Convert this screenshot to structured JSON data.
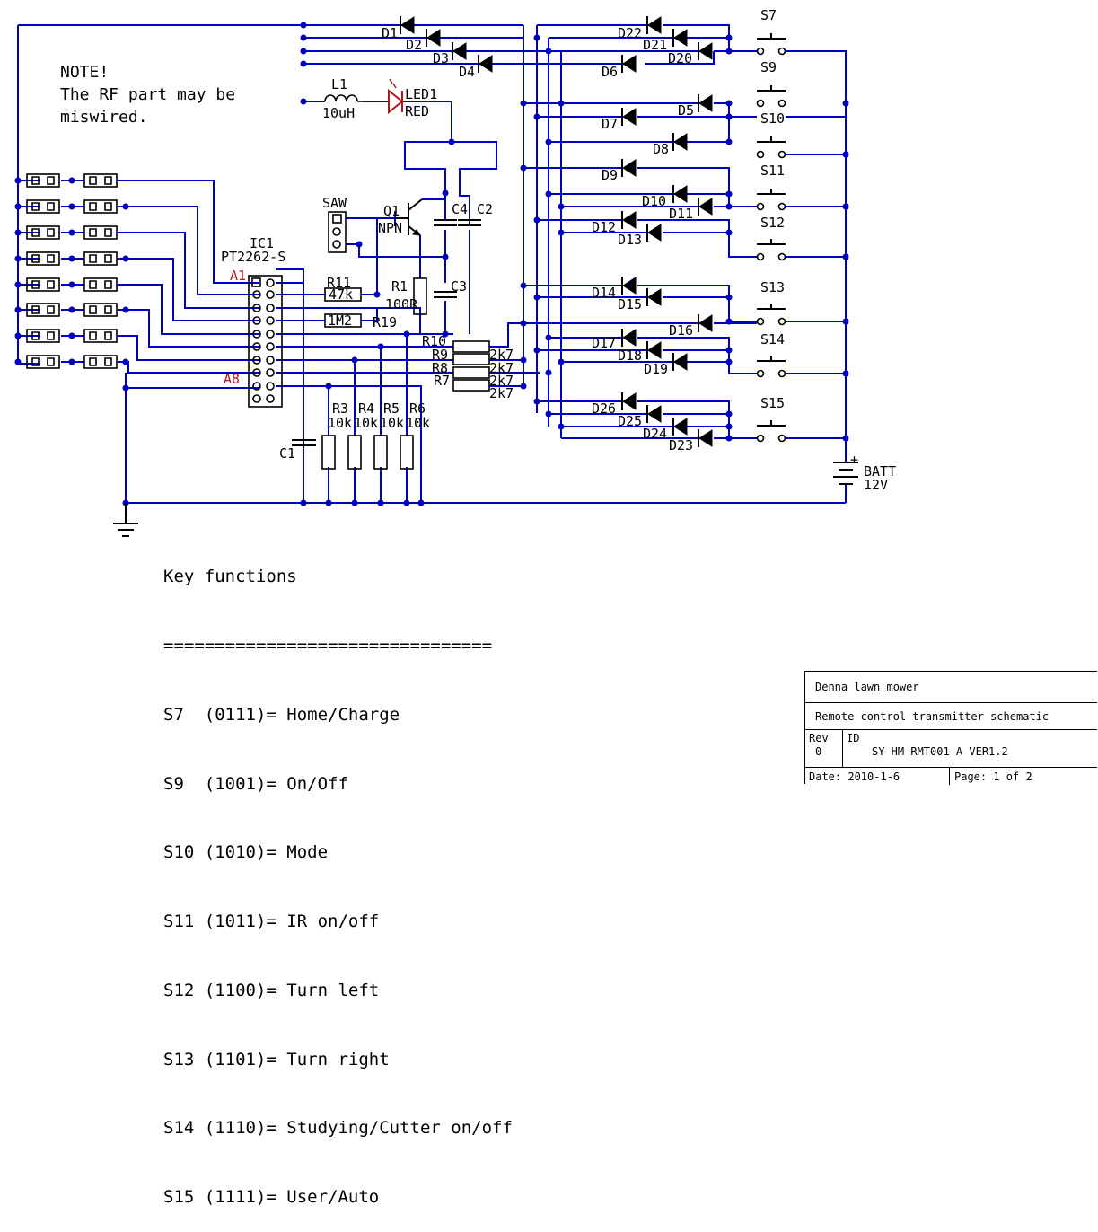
{
  "note": [
    "NOTE!",
    "The RF part may be",
    "miswired."
  ],
  "ic": {
    "ref": "IC1",
    "part": "PT2262-S",
    "pin_first": "A1",
    "pin_last": "A8"
  },
  "inductor": {
    "ref": "L1",
    "value": "10uH"
  },
  "led": {
    "ref": "LED1",
    "color": "RED"
  },
  "saw": "SAW",
  "transistor": {
    "ref": "Q1",
    "type": "NPN"
  },
  "caps": {
    "c1": "C1",
    "c2": "C2",
    "c3": "C3",
    "c4": "C4"
  },
  "resistors": {
    "r1": "R1",
    "r1_val": "100R",
    "r11": "R11",
    "r11_val": "47k",
    "r19": "R19",
    "r19_val": "1M2",
    "r3": "R3",
    "r4": "R4",
    "r5": "R5",
    "r6": "R6",
    "r_pulldown_val": "10k",
    "r7": "R7",
    "r8": "R8",
    "r9": "R9",
    "r10": "R10",
    "r_series_val": "2k7"
  },
  "diodes": [
    "D1",
    "D2",
    "D3",
    "D4",
    "D5",
    "D6",
    "D7",
    "D8",
    "D9",
    "D10",
    "D11",
    "D12",
    "D13",
    "D14",
    "D15",
    "D16",
    "D17",
    "D18",
    "D19",
    "D20",
    "D21",
    "D22",
    "D23",
    "D24",
    "D25",
    "D26"
  ],
  "switches": [
    "S7",
    "S9",
    "S10",
    "S11",
    "S12",
    "S13",
    "S14",
    "S15"
  ],
  "battery": {
    "ref": "BATT",
    "value": "12V",
    "plus": "+"
  },
  "key_functions": {
    "title": "Key functions",
    "rule": "================================",
    "rows": [
      "S7  (0111)= Home/Charge",
      "S9  (1001)= On/Off",
      "S10 (1010)= Mode",
      "S11 (1011)= IR on/off",
      "S12 (1100)= Turn left",
      "S13 (1101)= Turn right",
      "S14 (1110)= Studying/Cutter on/off",
      "S15 (1111)= User/Auto"
    ]
  },
  "title_block": {
    "project": "Denna lawn mower",
    "description": "Remote control transmitter schematic",
    "rev_label": "Rev",
    "rev": "0",
    "id_label": "ID",
    "id": "SY-HM-RMT001-A VER1.2",
    "date": "Date: 2010-1-6",
    "page": "Page: 1 of 2"
  },
  "colors": {
    "wire": "#0000c0",
    "component": "#000000",
    "pin_label": "#b01818"
  }
}
